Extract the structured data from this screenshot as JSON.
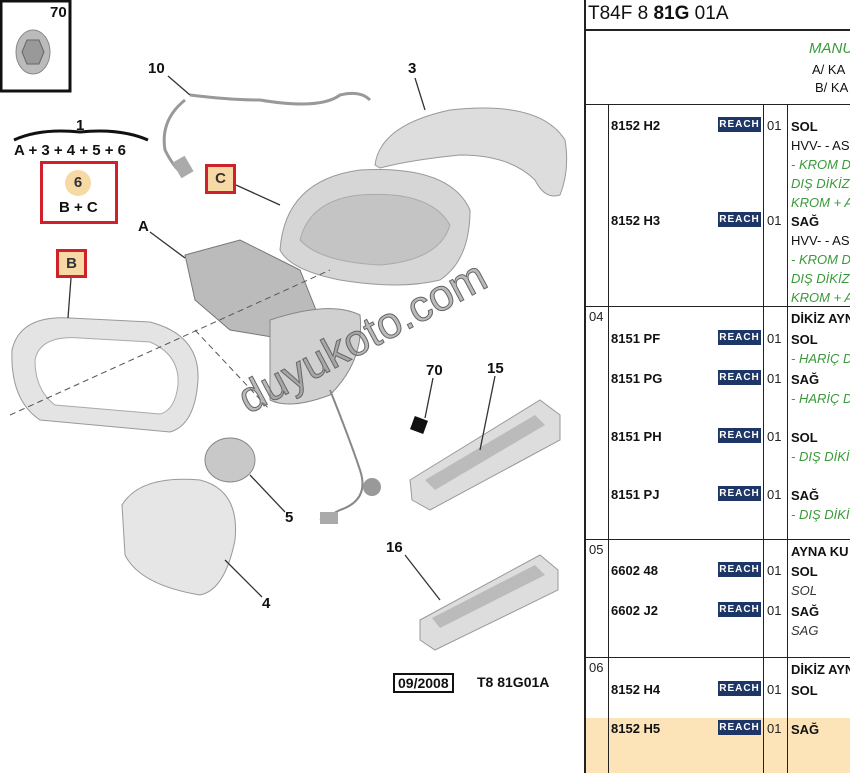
{
  "diagram": {
    "labels": {
      "inset_70": "70",
      "l10": "10",
      "l3": "3",
      "lC": "C",
      "lA": "A",
      "lB": "B",
      "l70": "70",
      "l15": "15",
      "l5": "5",
      "l16": "16",
      "l4": "4"
    },
    "formula": {
      "top": "1",
      "sum": "A + 3 + 4 + 5 + 6",
      "sub_top": "6",
      "sub_sum": "B + C"
    },
    "date": "09/2008",
    "ref": "T8 81G01A",
    "watermark": "duyukoto.com"
  },
  "panel": {
    "title_a": "T84F 8 ",
    "title_b": "81G",
    "title_c": " 01A",
    "header": {
      "line1": "MANU",
      "line2": "A/ KA",
      "line3": "B/ KA"
    },
    "reach": "REACH",
    "groups": [
      {
        "num": "",
        "items": [
          {
            "pn": "8152 H2",
            "qty": "01",
            "lines": [
              "SOL",
              "HVV- - AS",
              "- KROM D",
              "DIŞ DİKİZ",
              "KROM + A"
            ]
          },
          {
            "pn": "8152 H3",
            "qty": "01",
            "lines": [
              "SAĞ",
              "HVV- - AS",
              "- KROM D",
              "DIŞ DİKİZ",
              "KROM + A"
            ]
          }
        ]
      },
      {
        "num": "04",
        "title": "DİKİZ AYN",
        "items": [
          {
            "pn": "8151 PF",
            "qty": "01",
            "lines": [
              "SOL",
              "- HARİÇ D"
            ]
          },
          {
            "pn": "8151 PG",
            "qty": "01",
            "lines": [
              "SAĞ",
              "- HARİÇ D"
            ]
          },
          {
            "pn": "8151 PH",
            "qty": "01",
            "lines": [
              "SOL",
              "- DIŞ DİKİ"
            ]
          },
          {
            "pn": "8151 PJ",
            "qty": "01",
            "lines": [
              "SAĞ",
              "- DIŞ DİKİ"
            ]
          }
        ]
      },
      {
        "num": "05",
        "title": "AYNA KU",
        "items": [
          {
            "pn": "6602 48",
            "qty": "01",
            "lines": [
              "SOL",
              "SOL"
            ]
          },
          {
            "pn": "6602 J2",
            "qty": "01",
            "lines": [
              "SAĞ",
              "SAG"
            ]
          }
        ]
      },
      {
        "num": "06",
        "title": "DİKİZ AYN",
        "items": [
          {
            "pn": "8152 H4",
            "qty": "01",
            "lines": [
              "SOL"
            ]
          },
          {
            "pn": "8152 H5",
            "qty": "01",
            "lines": [
              "SAĞ"
            ]
          }
        ]
      }
    ]
  }
}
